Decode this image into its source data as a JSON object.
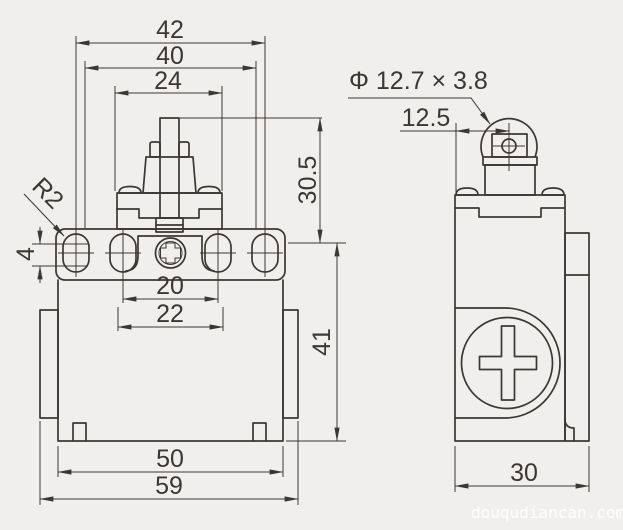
{
  "drawing": {
    "type_label": "limit-switch dimension drawing",
    "background_color": "#f0efed",
    "line_color": "#3b3733",
    "watermark": {
      "text": "douqudiancan.com",
      "color": "#ffffff"
    },
    "front_view": {
      "dim_outer_slot_spacing": "42",
      "dim_head_outer_width": "40",
      "dim_plunger_housing_width": "24",
      "dim_slot_width": "4",
      "slot_end_radius_label": "R2",
      "dim_inner_slot_spacing": "20",
      "dim_inner_slot_outer_spacing": "22",
      "dim_upper_height": "30.5",
      "dim_body_height": "41",
      "dim_body_width": "50",
      "dim_overall_width": "59"
    },
    "side_view": {
      "roller_spec": "Φ 12.7 × 3.8",
      "dim_roller_center_offset": "12.5",
      "dim_body_depth": "30"
    }
  }
}
